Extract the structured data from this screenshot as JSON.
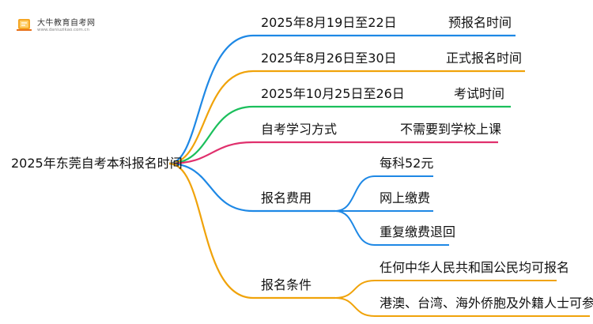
{
  "logo": {
    "title": "大牛教育自考网",
    "url": "www.daniuzikao.com.cn"
  },
  "root": {
    "label": "2025年东莞自考本科报名时间"
  },
  "branches": [
    {
      "label": "2025年8月19日至22日",
      "value": "预报名时间",
      "color": "#1e88e5"
    },
    {
      "label": "2025年8月26日至30日",
      "value": "正式报名时间",
      "color": "#f0a30a"
    },
    {
      "label": "2025年10月25日至26日",
      "value": "考试时间",
      "color": "#1bbf5c"
    },
    {
      "label": "自考学习方式",
      "value": "不需要到学校上课",
      "color": "#e0306d"
    },
    {
      "label": "报名费用",
      "color": "#1e88e5",
      "children": [
        "每科52元",
        "网上缴费",
        "重复缴费退回"
      ]
    },
    {
      "label": "报名条件",
      "color": "#f0a30a",
      "children": [
        "任何中华人民共和国公民均可报名",
        "港澳、台湾、海外侨胞及外籍人士可参加"
      ]
    }
  ]
}
